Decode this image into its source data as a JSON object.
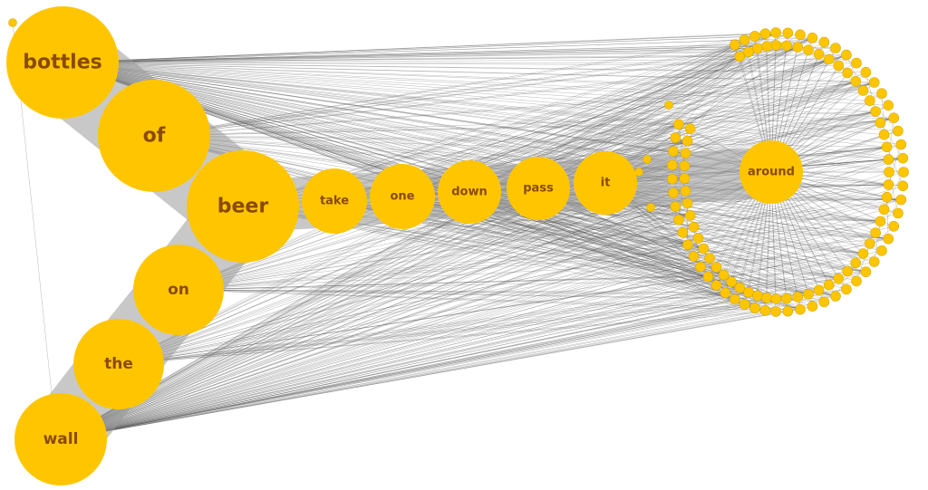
{
  "diagram": {
    "type": "network-graph",
    "node_color": "#FFC600",
    "label_color": "#8a4a00",
    "edge_color": "#555555",
    "labeled_nodes": [
      "bottles",
      "of",
      "beer",
      "take",
      "one",
      "down",
      "pass",
      "it",
      "around",
      "on",
      "the",
      "wall"
    ],
    "chain_edges": [
      [
        "bottles",
        "of"
      ],
      [
        "of",
        "beer"
      ],
      [
        "beer",
        "take"
      ],
      [
        "take",
        "one"
      ],
      [
        "one",
        "down"
      ],
      [
        "down",
        "pass"
      ],
      [
        "pass",
        "it"
      ],
      [
        "it",
        "around"
      ],
      [
        "beer",
        "on"
      ],
      [
        "on",
        "the"
      ],
      [
        "the",
        "wall"
      ]
    ],
    "unlabeled_ring_node_count": 112,
    "unlabeled_loose_node_count": 5
  }
}
